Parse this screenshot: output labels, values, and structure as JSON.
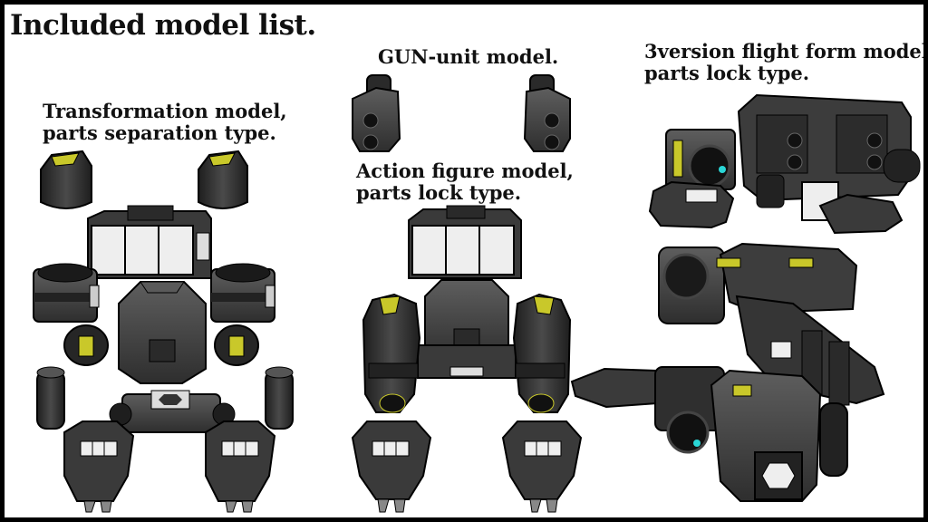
{
  "title": "Included model list.",
  "labels": {
    "transformation": [
      "Transformation model,",
      "parts separation type."
    ],
    "gun_unit": [
      "GUN-unit model."
    ],
    "action_figure": [
      "Action figure model,",
      "parts lock type."
    ],
    "flight_form": [
      "3version flight form model,",
      "parts lock type."
    ]
  },
  "colors": {
    "frame": "#000000",
    "background": "#ffffff",
    "armor_dark": "#2f2f2f",
    "armor_mid": "#4a4a4a",
    "armor_light": "#6a6a6a",
    "panel_white": "#eeeeee",
    "accent_yellow": "#c9c82a",
    "eye_cyan": "#2ad6d6"
  }
}
